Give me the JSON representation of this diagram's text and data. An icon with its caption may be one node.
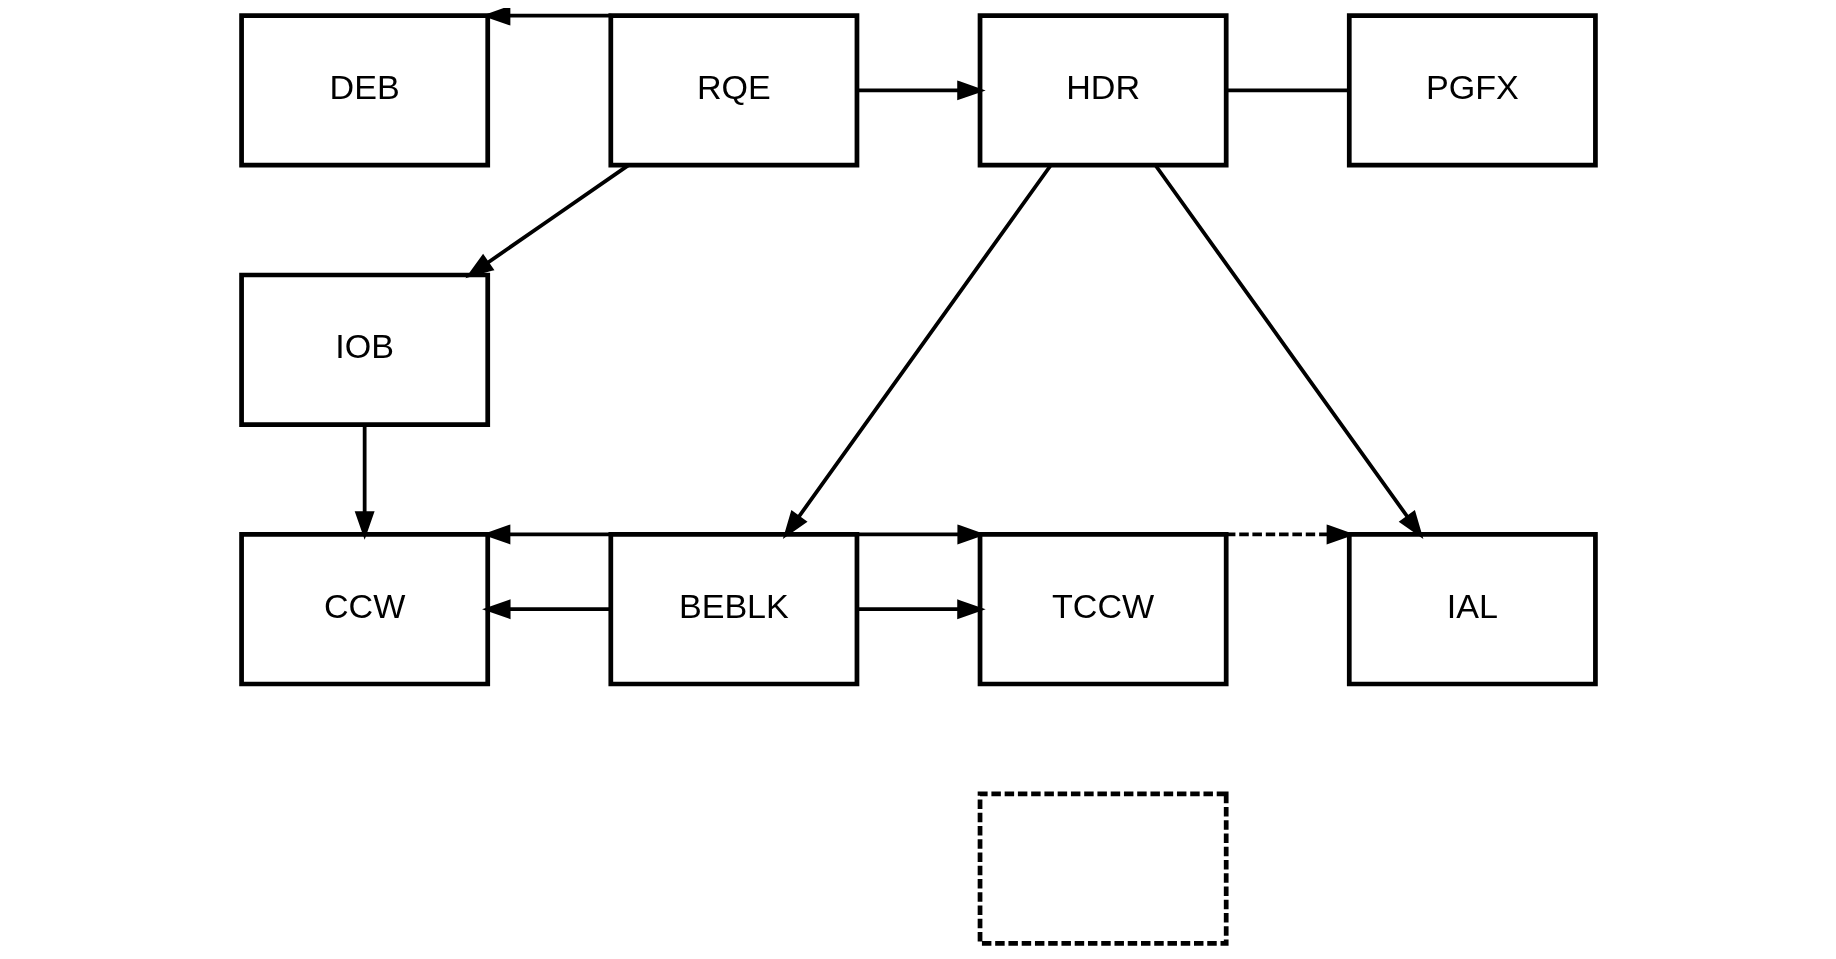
{
  "diagram": {
    "nodes": [
      {
        "text": [
          "DEB"
        ]
      },
      {
        "text": [
          "IOB"
        ]
      },
      {
        "text": [
          "CCW"
        ]
      },
      {
        "text": [
          "RQE"
        ]
      },
      {
        "text": [
          "HDR"
        ]
      },
      {
        "text": [
          "PGFX"
        ]
      },
      {
        "text": [
          "BEBLK"
        ]
      },
      {
        "text": [
          "TCCW"
        ]
      },
      {
        "text": [
          "IAL"
        ]
      },
      {
        "text": [],
        "shape": "box"
      }
    ],
    "edges": [
      {
        "from": 3,
        "to": 0,
        "arrow": "to"
      },
      {
        "from": 3,
        "to": 1,
        "arrow": "to"
      },
      {
        "from": 1,
        "to": 2,
        "arrow": "to"
      },
      {
        "from": 3,
        "to": 4,
        "arrow": "to"
      },
      {
        "from": 4,
        "to": 5,
        "arrow": "none"
      },
      {
        "from": 4,
        "to": 6,
        "arrow": "to"
      },
      {
        "from": 4,
        "to": 8,
        "arrow": "to"
      },
      {
        "from": 6,
        "to": 2,
        "arrow": "to"
      },
      {
        "from": 6,
        "to": 2,
        "arrow": "to"
      },
      {
        "from": 6,
        "to": 7,
        "arrow": "to"
      },
      {
        "from": 6,
        "to": 7,
        "arrow": "to"
      },
      {
        "from": 7,
        "to": 8,
        "arrow": "to",
        "style": "dashed"
      }
    ]
  }
}
